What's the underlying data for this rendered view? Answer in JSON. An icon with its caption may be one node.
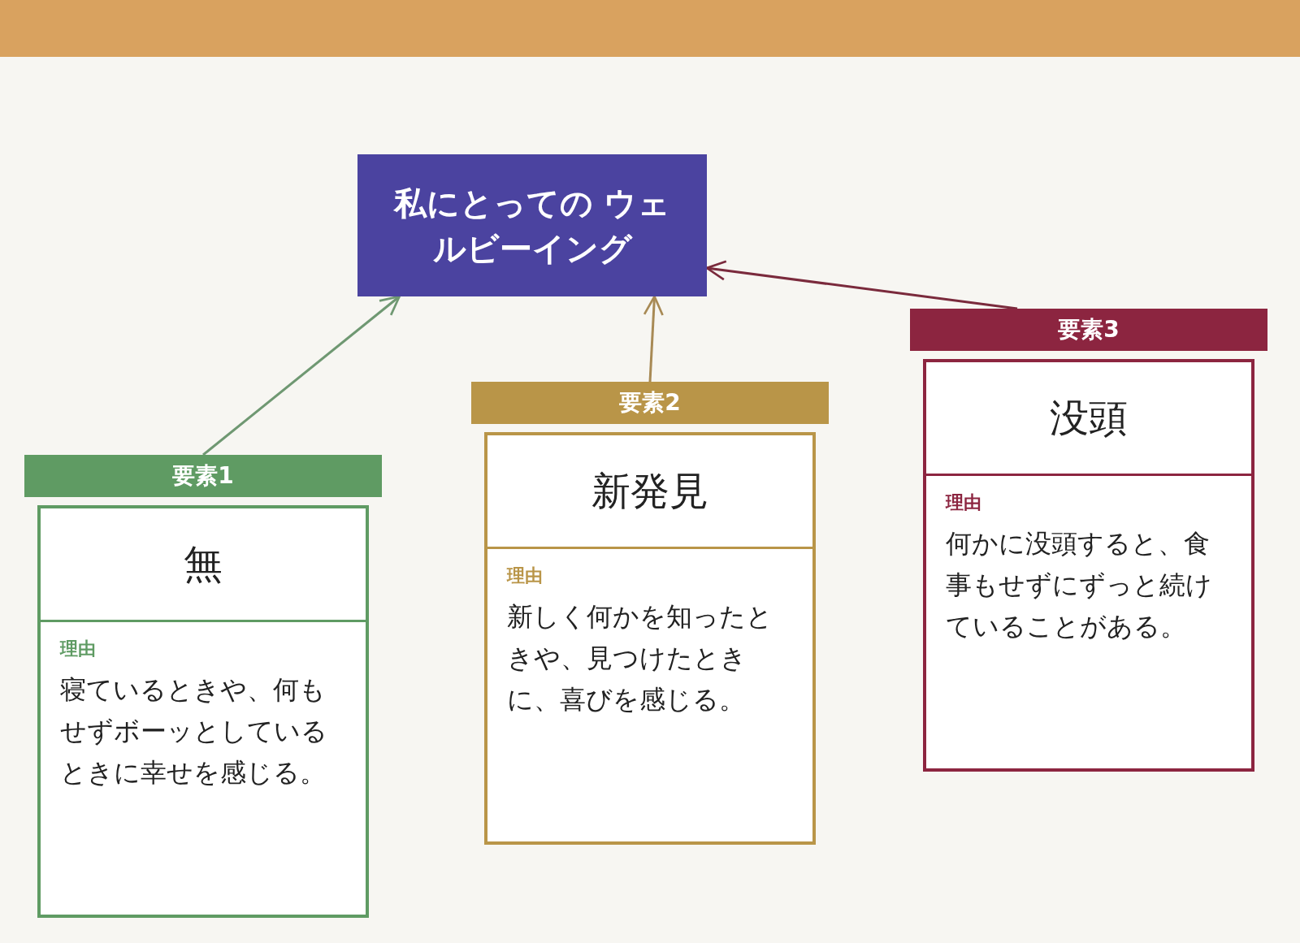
{
  "diagram": {
    "nodes": [
      {
        "text": [
          "私にとっての ウェルビーイング"
        ]
      },
      {
        "text": [
          "要素1"
        ]
      },
      {
        "text": [
          "無"
        ],
        "in": 1
      },
      {
        "text": [
          "理由",
          "寝ているときや、何もせずボーッとしているときに幸せを感じる。"
        ],
        "in": 1
      },
      {
        "text": [
          "要素2"
        ]
      },
      {
        "text": [
          "新発見"
        ],
        "in": 4
      },
      {
        "text": [
          "理由",
          "新しく何かを知ったときや、見つけたときに、喜びを感じる。"
        ],
        "in": 4
      },
      {
        "text": [
          "要素3"
        ]
      },
      {
        "text": [
          "没頭"
        ],
        "in": 7
      },
      {
        "text": [
          "理由",
          "何かに没頭すると、食事もせずにずっと続けていることがある。"
        ],
        "in": 7
      }
    ],
    "edges": [
      {
        "from": 1,
        "to": 0,
        "arrow": "to",
        "color": "#6f9872"
      },
      {
        "from": 4,
        "to": 0,
        "arrow": "to",
        "color": "#a88a55"
      },
      {
        "from": 7,
        "to": 0,
        "arrow": "to",
        "color": "#7a2a3c"
      }
    ]
  }
}
